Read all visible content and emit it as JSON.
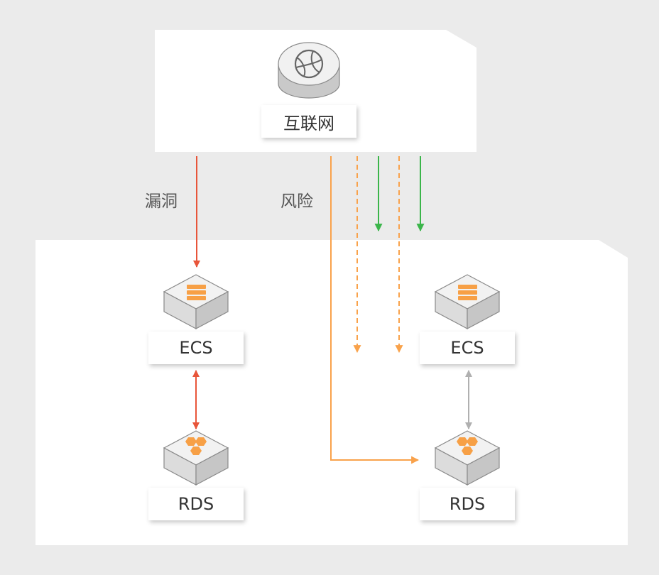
{
  "zones": {
    "internet": {
      "label": "互联网"
    },
    "vpc": {}
  },
  "nodes": {
    "left_ecs": {
      "label": "ECS"
    },
    "left_rds": {
      "label": "RDS"
    },
    "right_ecs": {
      "label": "ECS"
    },
    "right_rds": {
      "label": "RDS"
    }
  },
  "edges": {
    "vulnerability": {
      "label": "漏洞",
      "color": "#e8553a"
    },
    "risk": {
      "label": "风险",
      "color": "#f9a24b"
    },
    "allowed": {
      "color": "#3bb54a"
    },
    "internal": {
      "color": "#b0b0b0"
    }
  },
  "icons": {
    "internet": "globe-icon",
    "ecs": "server-stack-icon",
    "rds": "database-hexagon-icon"
  },
  "colors": {
    "background": "#ebebeb",
    "panel": "#ffffff",
    "icon_accent": "#f7a046"
  }
}
